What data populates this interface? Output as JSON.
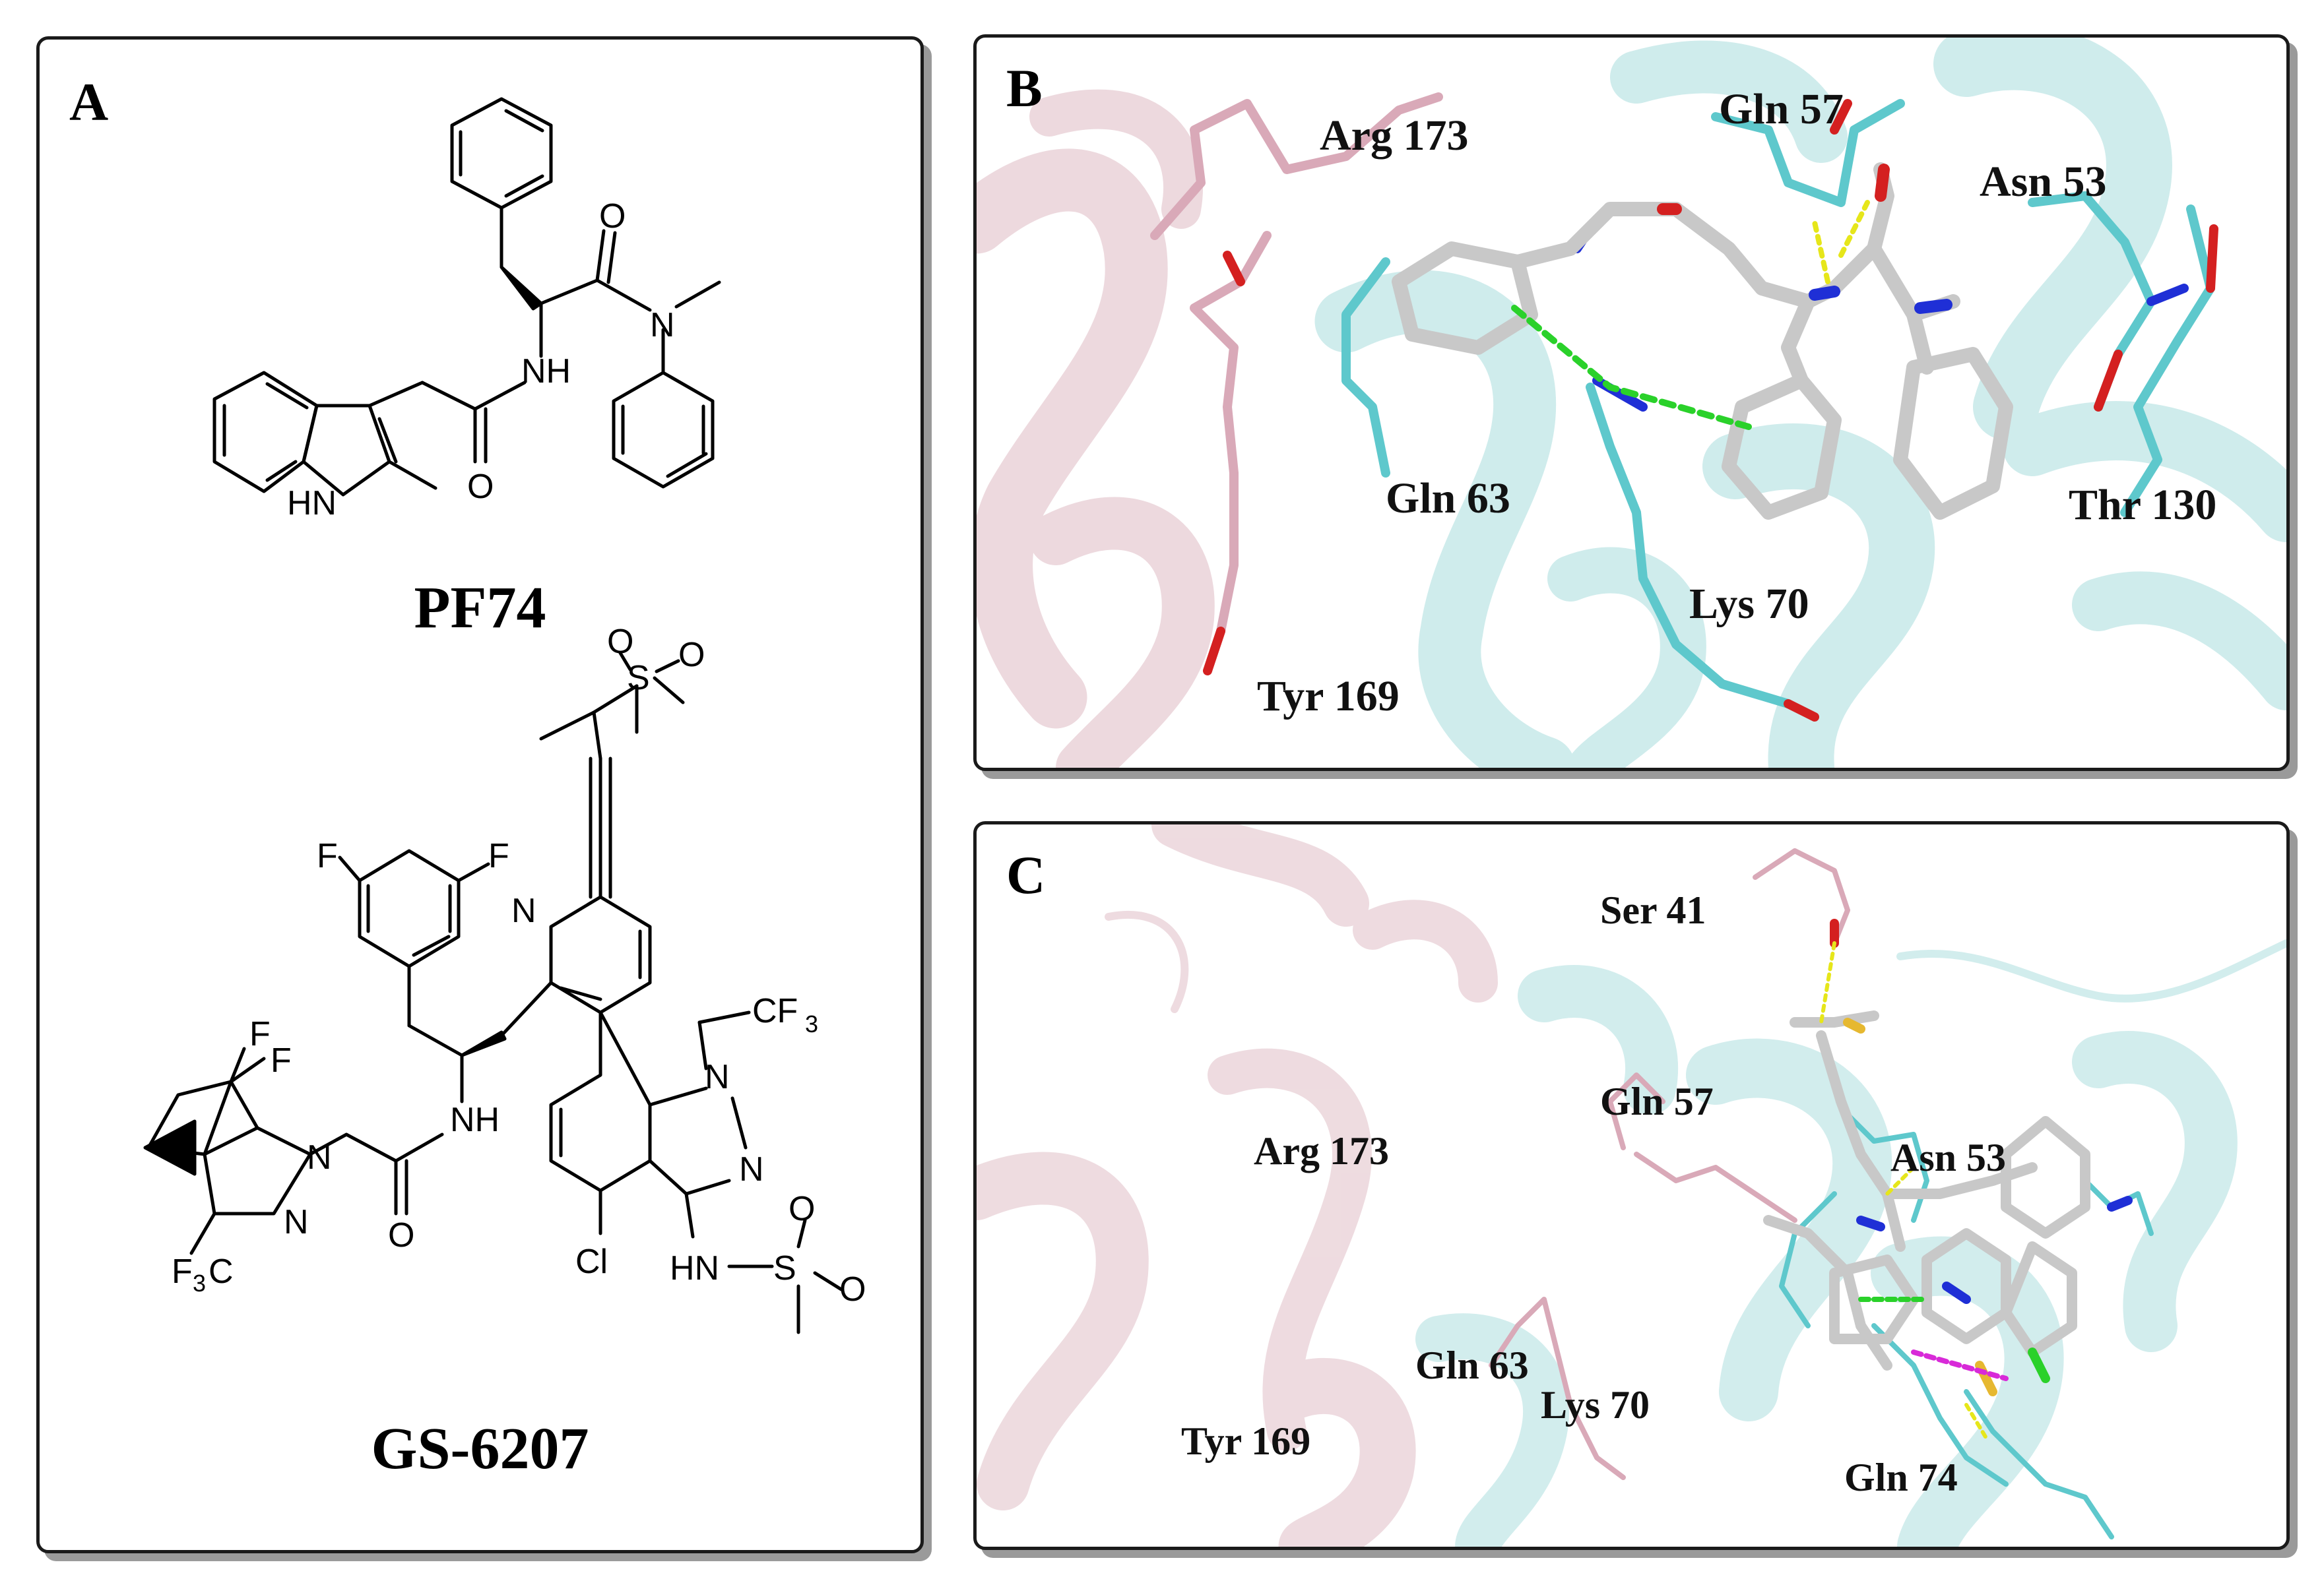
{
  "panels": {
    "a": {
      "label": "A",
      "compounds": [
        {
          "name": "PF74",
          "atoms": [
            "O",
            "N",
            "NH",
            "O",
            "HN"
          ]
        },
        {
          "name": "GS-6207",
          "atoms": [
            "O",
            "S",
            "O",
            "F",
            "F",
            "N",
            "CF",
            "3",
            "N",
            "N",
            "HN",
            "S",
            "O",
            "O",
            "Cl",
            "NH",
            "O",
            "F",
            "F",
            "N",
            "N",
            "F",
            "3",
            "C"
          ]
        }
      ]
    },
    "b": {
      "label": "B",
      "residues": [
        "Arg 173",
        "Gln 57",
        "Asn 53",
        "Gln 63",
        "Thr 130",
        "Lys 70",
        "Tyr 169"
      ]
    },
    "c": {
      "label": "C",
      "residues": [
        "Ser 41",
        "Gln 57",
        "Arg 173",
        "Asn 53",
        "Gln 63",
        "Lys 70",
        "Tyr 169",
        "Gln 74"
      ]
    }
  },
  "colors": {
    "pink_chain": "#e7cdd3",
    "cyan_chain": "#bfe6e6",
    "ligand": "#c8c8c8",
    "residue_pink": "#d9a9b8",
    "residue_cyan": "#5ec8cc",
    "nitrogen": "#1f2fd6",
    "oxygen": "#d42020",
    "hbond": "#e6e61a",
    "pi_contact": "#2ad12a",
    "salt_bridge": "#d82ad8"
  }
}
